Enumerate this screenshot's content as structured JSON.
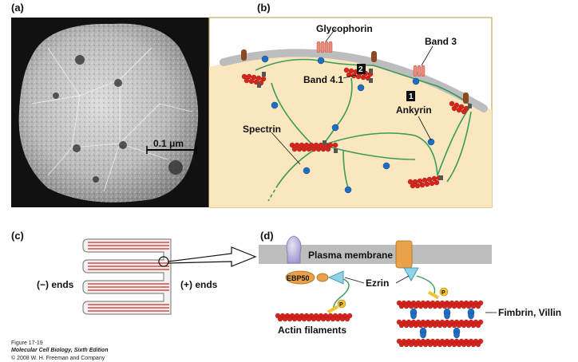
{
  "panels": {
    "a": {
      "label": "(a)",
      "scale_bar": "0.1 μm"
    },
    "b": {
      "label": "(b)",
      "labels": {
        "glycophorin": "Glycophorin",
        "band3": "Band 3",
        "band41": "Band 4.1",
        "ankyrin": "Ankyrin",
        "spectrin": "Spectrin"
      },
      "callouts": {
        "one": "1",
        "two": "2"
      }
    },
    "c": {
      "label": "(c)",
      "minus_ends": "(−) ends",
      "plus_ends": "(+) ends"
    },
    "d": {
      "label": "(d)",
      "labels": {
        "plasma_membrane": "Plasma membrane",
        "ebp50": "EBP50",
        "ezrin": "Ezrin",
        "actin_filaments": "Actin filaments",
        "fimbrin_villin": "Fimbrin, Villin",
        "phospho": "P"
      }
    }
  },
  "caption": {
    "figure": "Figure 17-19",
    "book": "Molecular Cell Biology, Sixth Edition",
    "copyright": "© 2008 W. H. Freeman and Company"
  },
  "colors": {
    "membrane_gray": "#bdbdbd",
    "cytoplasm_cream": "#fbe7bf",
    "panel_border": "#c8a85a",
    "actin_red": "#d9241c",
    "spectrin_green": "#3c9a5a",
    "node_blue": "#1e6fc4",
    "glycophorin_brown": "#8b4a22",
    "band3_pink": "#f08a7a",
    "ezrin_cyan": "#8fd2ea",
    "ebp50_orange": "#e9a14a",
    "phospho_yellow": "#f2c331",
    "ebp50_lavender": "#b7b0dc"
  }
}
